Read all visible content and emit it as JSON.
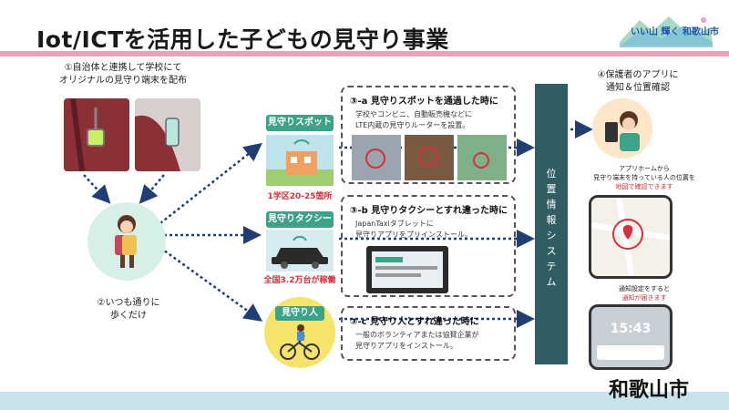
{
  "title": "Iot/ICTを活用した子どもの見守り事業",
  "logo": {
    "text": "いい山 輝く 和歌山市"
  },
  "steps": {
    "step1": {
      "line1": "①自治体と連携して学校にて",
      "line2": "オリジナルの見守り端末を配布"
    },
    "step2": {
      "line1": "②いつも通りに",
      "line2": "歩くだけ"
    },
    "step4": {
      "line1": "④保護者のアプリに",
      "line2": "通知＆位置確認"
    }
  },
  "nodes": {
    "spot": {
      "label": "見守りスポット",
      "caption": "1学区20-25箇所"
    },
    "taxi": {
      "label": "見守りタクシー",
      "caption": "全国3.2万台が稼働"
    },
    "person": {
      "label": "見守り人"
    }
  },
  "boxes": {
    "a": {
      "title": "③-a 見守りスポットを通過した時に",
      "body1": "学校やコンビニ、自動販売機などに",
      "body2": "LTE内蔵の見守りルーターを設置。"
    },
    "b": {
      "title": "③-b 見守りタクシーとすれ違った時に",
      "body1": "JapanTaxiタブレットに",
      "body2": "見守りアプリをプリインストール。"
    },
    "c": {
      "title": "③-c 見守り人とすれ違った時に",
      "body1": "一般のボランティアまたは協賛企業が",
      "body2": "見守りアプリをインストール。"
    }
  },
  "system": {
    "label": "位置情報システム",
    "chars": [
      "位",
      "置",
      "情",
      "報",
      "シ",
      "ス",
      "テ",
      "ム"
    ]
  },
  "phone": {
    "top1": "アプリホームから",
    "top2": "見守り端末を持っている人の位置を",
    "top3": "地図で確認できます",
    "mid1": "通知設定をすると",
    "mid2": "通知が届きます",
    "time": "15:43"
  },
  "city": "和歌山市",
  "colors": {
    "accent_pink": "#e9a3b4",
    "system_bar": "#2f5d62",
    "green_label": "#3aa38a",
    "red_caption": "#d6303c",
    "band": "#c8e4ea"
  }
}
